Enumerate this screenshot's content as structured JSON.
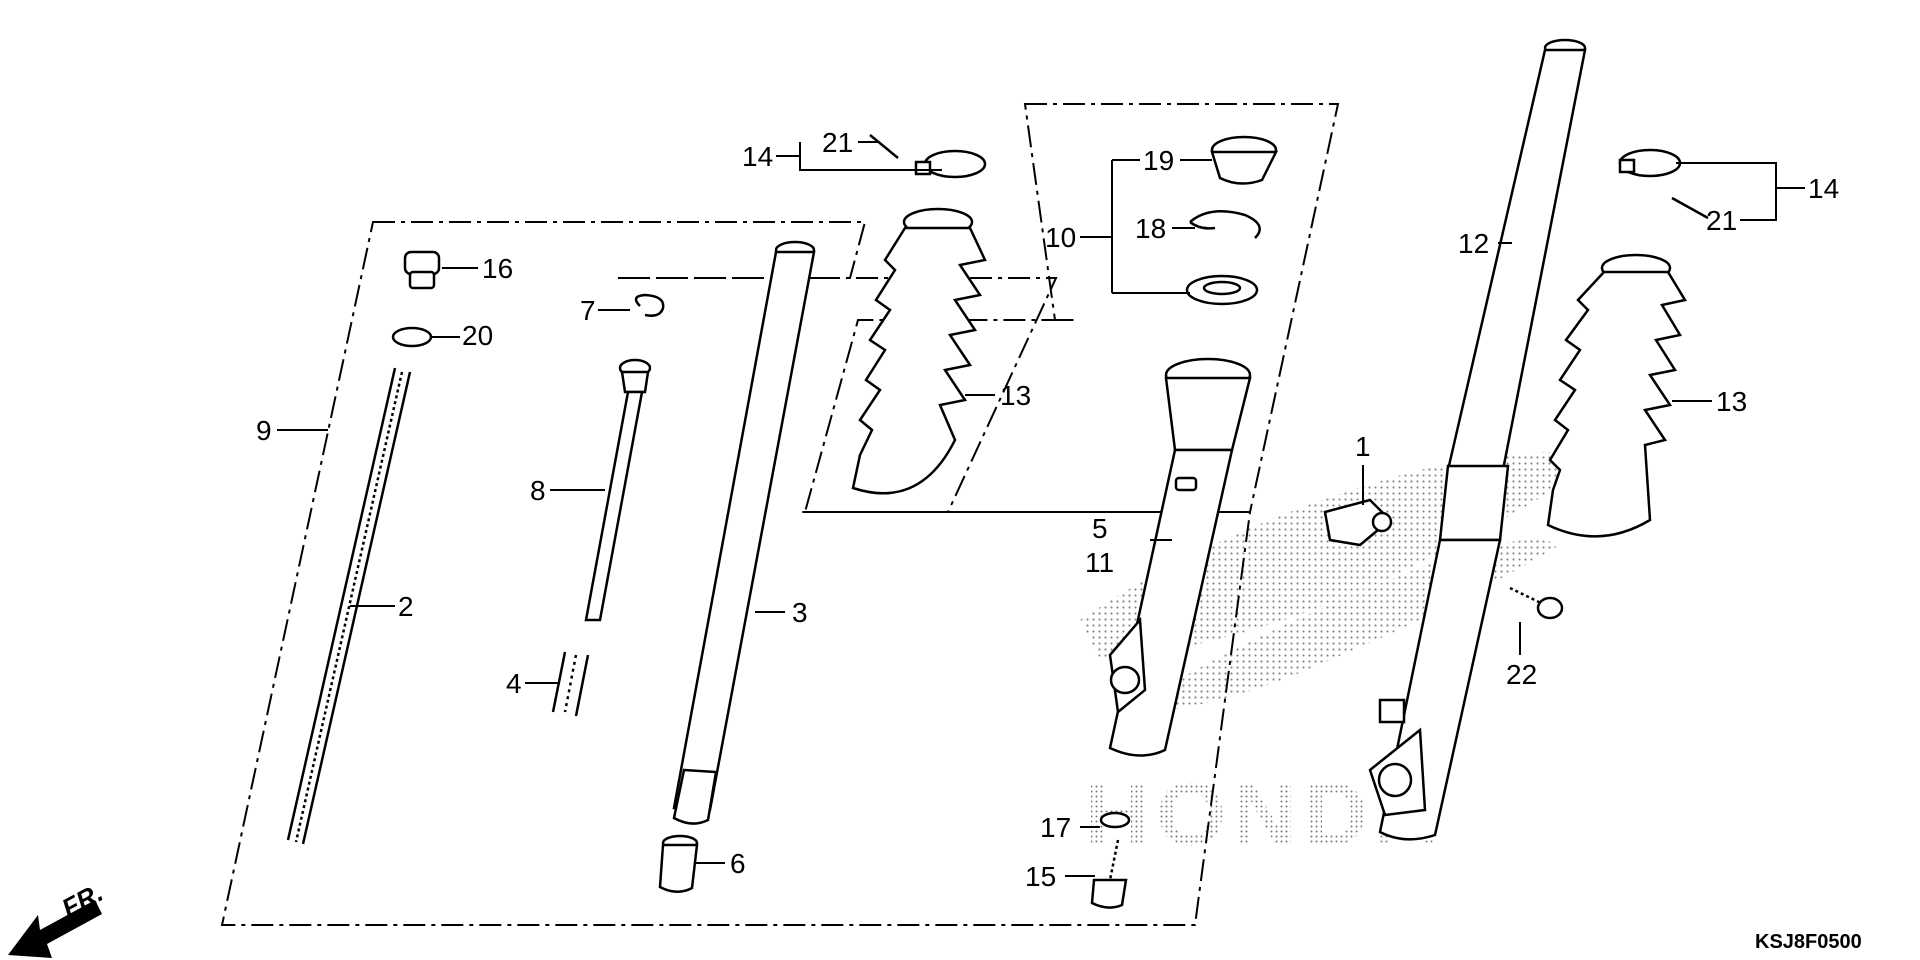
{
  "diagram": {
    "code": "KSJ8F0500",
    "front_marker": "FR.",
    "watermark": "HONDA",
    "callouts": {
      "c1": "1",
      "c2": "2",
      "c3": "3",
      "c4": "4",
      "c5": "5",
      "c6": "6",
      "c7": "7",
      "c8": "8",
      "c9": "9",
      "c10": "10",
      "c11": "11",
      "c12": "12",
      "c13a": "13",
      "c13b": "13",
      "c14a": "14",
      "c14b": "14",
      "c15": "15",
      "c16": "16",
      "c17": "17",
      "c18": "18",
      "c19": "19",
      "c20": "20",
      "c21a": "21",
      "c21b": "21",
      "c22": "22"
    }
  }
}
